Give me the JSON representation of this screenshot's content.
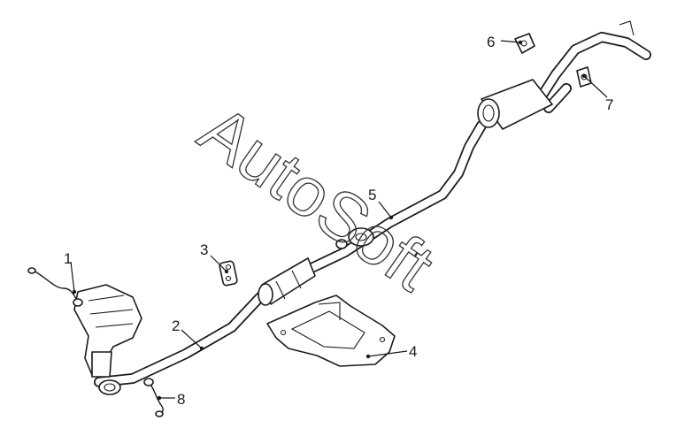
{
  "watermark": {
    "text": "AutoSoft"
  },
  "callouts": [
    {
      "id": "1",
      "label": "1"
    },
    {
      "id": "2",
      "label": "2"
    },
    {
      "id": "3",
      "label": "3"
    },
    {
      "id": "4",
      "label": "4"
    },
    {
      "id": "5",
      "label": "5"
    },
    {
      "id": "6",
      "label": "6"
    },
    {
      "id": "7",
      "label": "7"
    },
    {
      "id": "8",
      "label": "8"
    }
  ]
}
